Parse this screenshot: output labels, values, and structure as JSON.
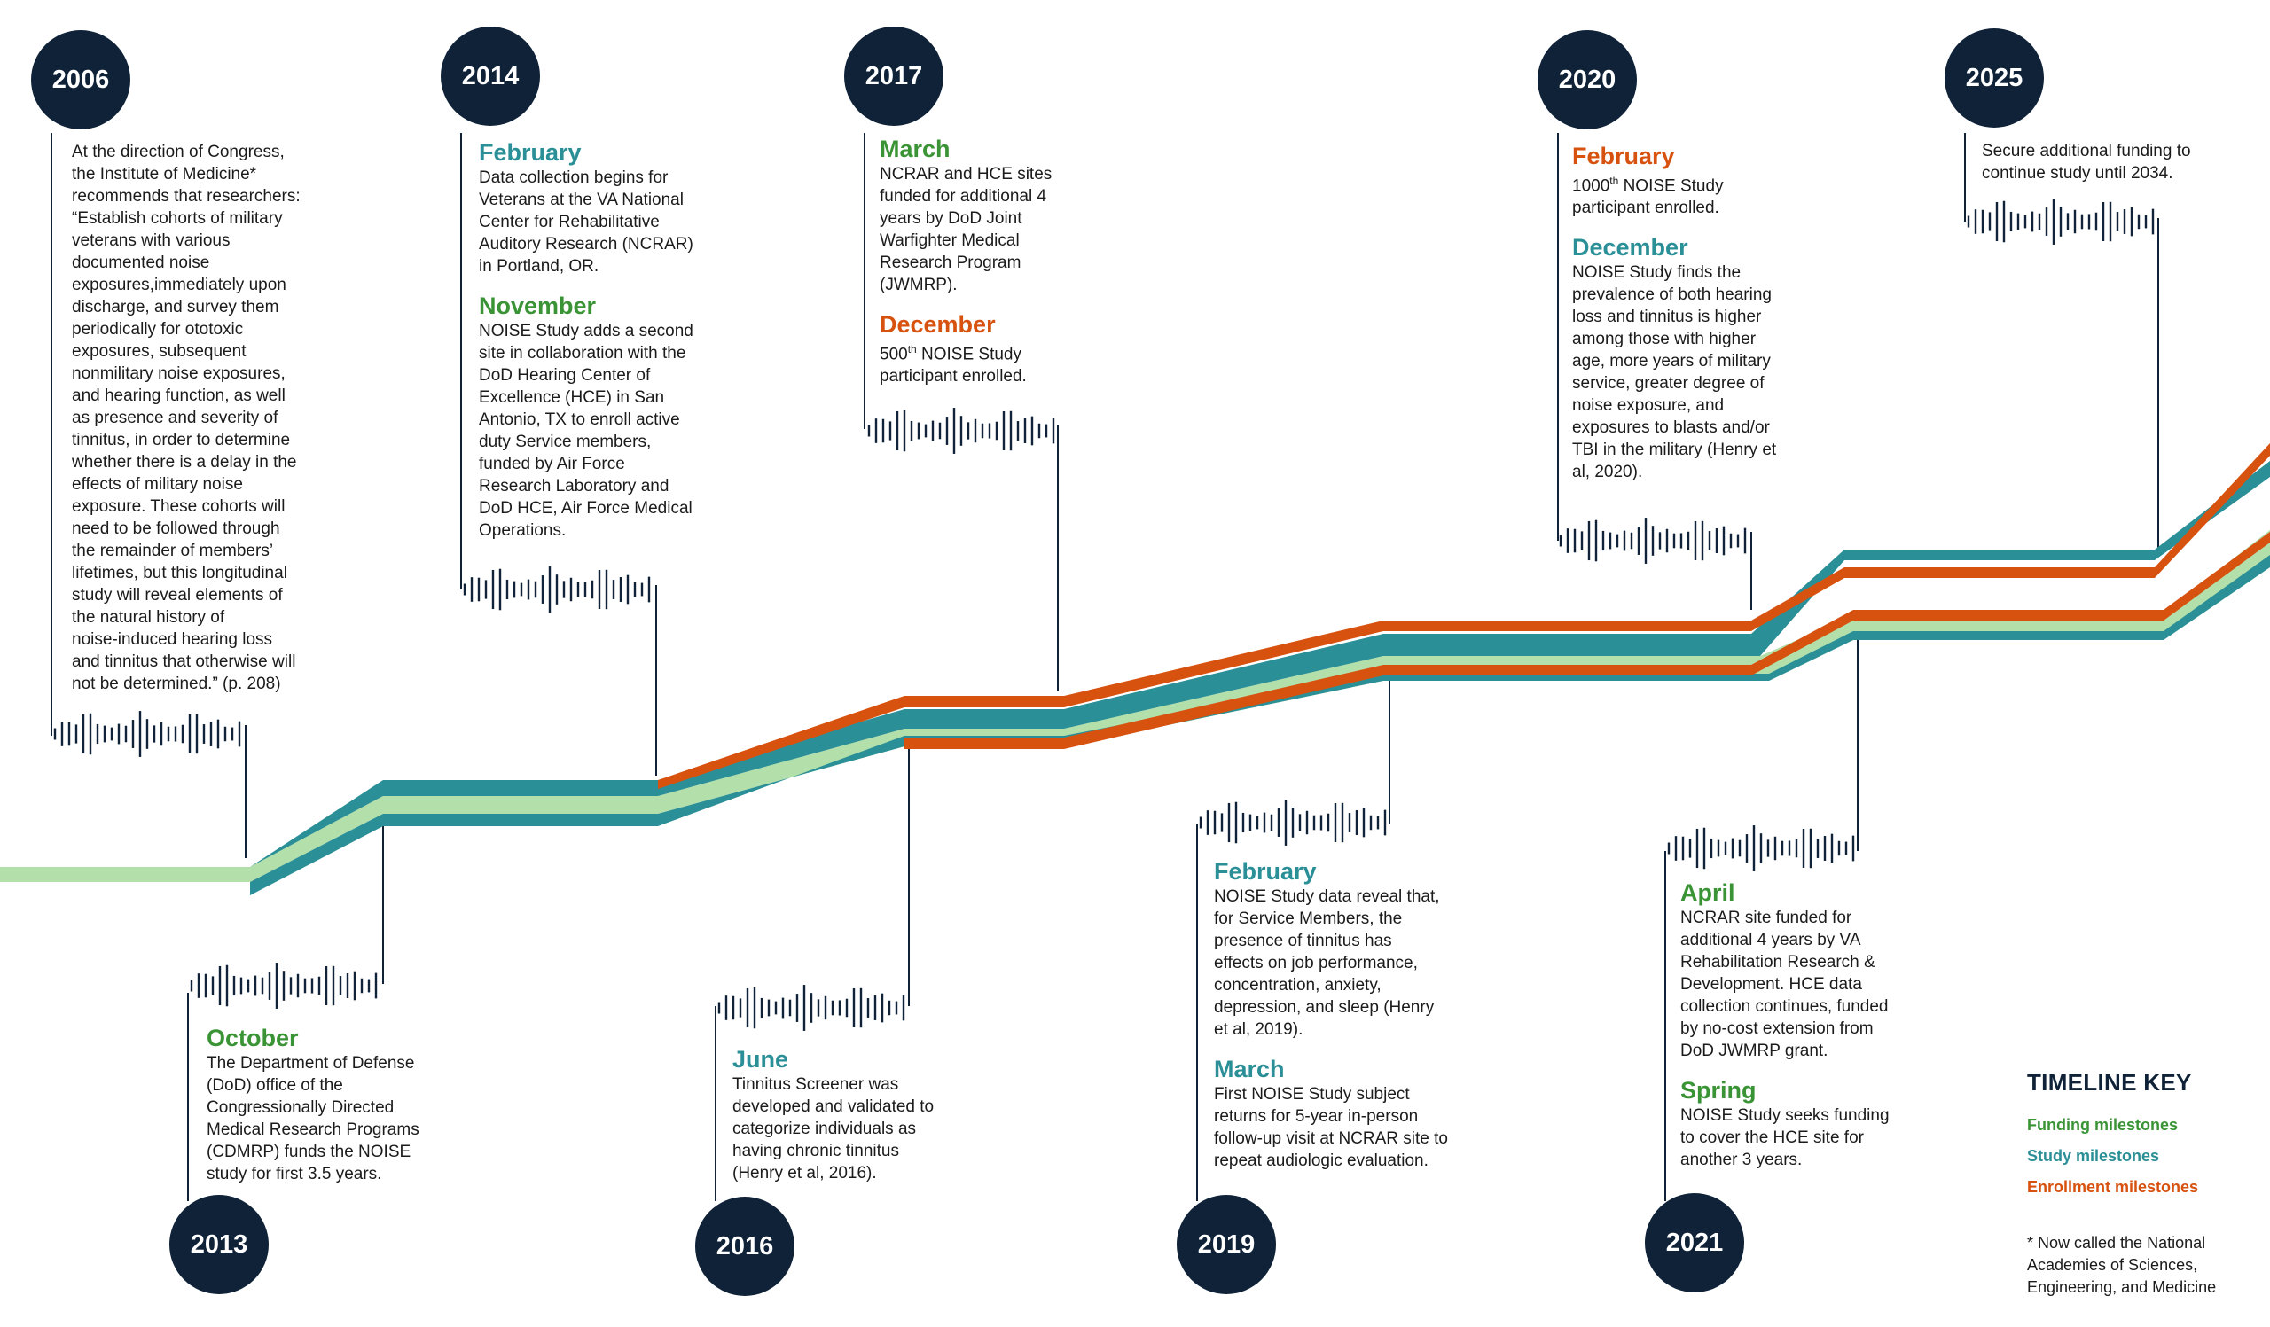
{
  "colors": {
    "navy": "#0f2238",
    "funding": "#3a9436",
    "study": "#2a8f96",
    "enrollment": "#d7520f",
    "funding_band": "#b3dfab",
    "study_band": "#2a8f96",
    "enrollment_band": "#d7520f"
  },
  "years": [
    {
      "id": "2006",
      "label": "2006"
    },
    {
      "id": "2014",
      "label": "2014"
    },
    {
      "id": "2017",
      "label": "2017"
    },
    {
      "id": "2020",
      "label": "2020"
    },
    {
      "id": "2025",
      "label": "2025"
    },
    {
      "id": "2013",
      "label": "2013"
    },
    {
      "id": "2016",
      "label": "2016"
    },
    {
      "id": "2019",
      "label": "2019"
    },
    {
      "id": "2021",
      "label": "2021"
    }
  ],
  "entries": {
    "e2006": {
      "body": "At the direction of Congress,\nthe Institute of Medicine*\nrecommends that researchers:\n“Establish cohorts of military\nveterans with various\ndocumented noise\nexposures,immediately upon\ndischarge, and survey them\nperiodically for ototoxic\nexposures, subsequent\nnonmilitary noise exposures,\nand hearing function, as well\nas presence and severity of\ntinnitus, in order to determine\nwhether there is a delay in the\neffects of military noise\nexposure. These cohorts will\nneed to be followed through\nthe remainder of members’\nlifetimes, but this longitudinal\nstudy will reveal elements of\nthe natural history of\nnoise-induced hearing loss\nand tinnitus that otherwise will\nnot be determined.” (p. 208)"
    },
    "e2014a": {
      "head": "February",
      "body": "Data collection begins for\nVeterans at the VA National\nCenter for Rehabilitative\nAuditory Research (NCRAR)\nin Portland, OR."
    },
    "e2014b": {
      "head": "November",
      "body": "NOISE Study adds a second\nsite in collaboration with the\nDoD Hearing Center of\nExcellence (HCE) in San\nAntonio, TX to enroll active\nduty Service members,\nfunded by Air Force\nResearch Laboratory and\nDoD HCE, Air Force Medical\nOperations."
    },
    "e2017a": {
      "head": "March",
      "body": "NCRAR and HCE sites\nfunded for additional 4\nyears by DoD Joint\nWarfighter Medical\nResearch Program\n(JWMRP)."
    },
    "e2017b": {
      "head": "December",
      "pre": "500",
      "sup": "th",
      "body": " NOISE Study\nparticipant enrolled."
    },
    "e2020a": {
      "head": "February",
      "pre": "1000",
      "sup": "th",
      "body": " NOISE Study\nparticipant enrolled."
    },
    "e2020b": {
      "head": "December",
      "body": "NOISE Study finds the\nprevalence of both hearing\nloss and tinnitus is higher\namong those with higher\nage, more years of military\nservice, greater degree of\nnoise exposure, and\nexposures to blasts and/or\nTBI in the military (Henry et\nal, 2020)."
    },
    "e2025": {
      "body": "Secure additional funding to\ncontinue study until 2034."
    },
    "e2013": {
      "head": "October",
      "body": "The Department of Defense\n(DoD) office of the\nCongressionally Directed\nMedical Research Programs\n(CDMRP) funds the NOISE\nstudy for first 3.5 years."
    },
    "e2016": {
      "head": "June",
      "body": "Tinnitus Screener was\ndeveloped and validated to\ncategorize individuals as\nhaving chronic tinnitus\n(Henry et al, 2016)."
    },
    "e2019a": {
      "head": "February",
      "body": "NOISE Study data reveal that,\nfor Service Members, the\npresence of tinnitus has\neffects on job performance,\nconcentration, anxiety,\ndepression, and sleep (Henry\net al, 2019)."
    },
    "e2019b": {
      "head": "March",
      "body": "First NOISE Study subject\nreturns for 5-year in-person\nfollow-up visit at NCRAR site to\nrepeat audiologic evaluation."
    },
    "e2021a": {
      "head": "April",
      "body": "NCRAR site funded for\nadditional 4 years by VA\nRehabilitation Research &\nDevelopment. HCE data\ncollection continues, funded\nby no-cost extension from\nDoD JWMRP grant."
    },
    "e2021b": {
      "head": "Spring",
      "body": "NOISE Study seeks funding\nto cover the HCE site for\nanother 3 years."
    }
  },
  "key": {
    "title": "TIMELINE KEY",
    "funding": "Funding milestones",
    "study": "Study milestones",
    "enrollment": "Enrollment milestones",
    "note": "* Now called the National\nAcademies of Sciences,\nEngineering, and Medicine"
  }
}
